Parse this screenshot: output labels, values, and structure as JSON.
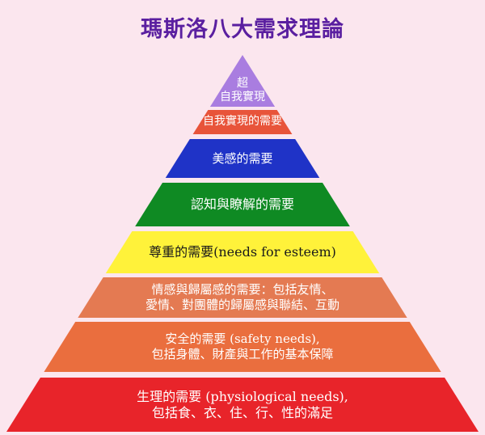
{
  "title": "瑪斯洛八大需求理論",
  "tiers": [
    {
      "lines": [
        "超",
        "自我實現"
      ],
      "color": "#a97de0",
      "text_color": "#ffffff"
    },
    {
      "lines": [
        "自我實現的需要"
      ],
      "color": "#e8543a",
      "text_color": "#ffffff"
    },
    {
      "lines": [
        "美感的需要"
      ],
      "color": "#1f33c7",
      "text_color": "#ffffff"
    },
    {
      "lines": [
        "認知與瞭解的需要"
      ],
      "color": "#0f8a23",
      "text_color": "#ffffff"
    },
    {
      "lines": [
        "尊重的需要(needs for esteem)"
      ],
      "color": "#fff23a",
      "text_color": "#1a1a1a"
    },
    {
      "lines": [
        "情感與歸屬感的需要：包括友情、",
        "愛情、對團體的歸屬感與聯結、互動"
      ],
      "color": "#e47a52",
      "text_color": "#ffffff"
    },
    {
      "lines": [
        "安全的需要 (safety needs),",
        "包括身體、財產與工作的基本保障"
      ],
      "color": "#ea6e3e",
      "text_color": "#ffffff"
    },
    {
      "lines": [
        "生理的需要 (physiological needs),",
        "包括食、衣、住、行、性的滿足"
      ],
      "color": "#e8242a",
      "text_color": "#ffffff"
    }
  ]
}
